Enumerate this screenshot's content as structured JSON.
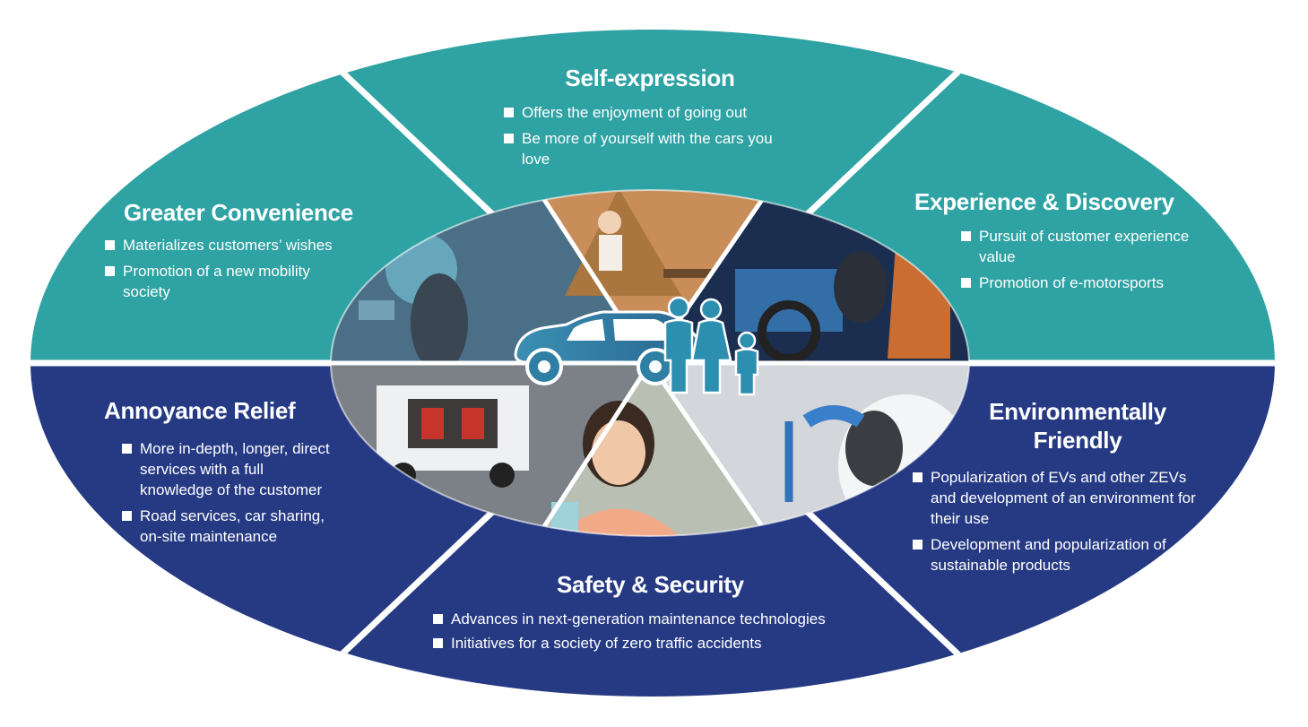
{
  "colors": {
    "teal": "#2fa2a3",
    "navy": "#263a84",
    "car": "#2e7fa3",
    "family": "#2c8fb0"
  },
  "segments": [
    {
      "id": "self-expression",
      "title": "Self-expression",
      "items": [
        "Offers the enjoyment of going out",
        "Be more of yourself with the cars you love"
      ]
    },
    {
      "id": "greater-convenience",
      "title": "Greater Convenience",
      "items": [
        "Materializes customers’ wishes",
        "Promotion of a new mobility society"
      ]
    },
    {
      "id": "experience-discovery",
      "title": "Experience & Discovery",
      "items": [
        "Pursuit of customer experience value",
        "Promotion of e-motorsports"
      ]
    },
    {
      "id": "annoyance-relief",
      "title": "Annoyance Relief",
      "items": [
        "More in-depth, longer, direct services with a full knowledge of the customer",
        "Road services, car sharing, on-site maintenance"
      ]
    },
    {
      "id": "environmentally-friendly",
      "title": "Environmentally Friendly",
      "items": [
        "Popularization of EVs and other ZEVs and development of an environment for their use",
        "Development and popularization of sustainable products"
      ]
    },
    {
      "id": "safety-security",
      "title": "Safety & Security",
      "items": [
        "Advances in next-generation maintenance technologies",
        "Initiatives for a society of zero traffic accidents"
      ]
    }
  ]
}
